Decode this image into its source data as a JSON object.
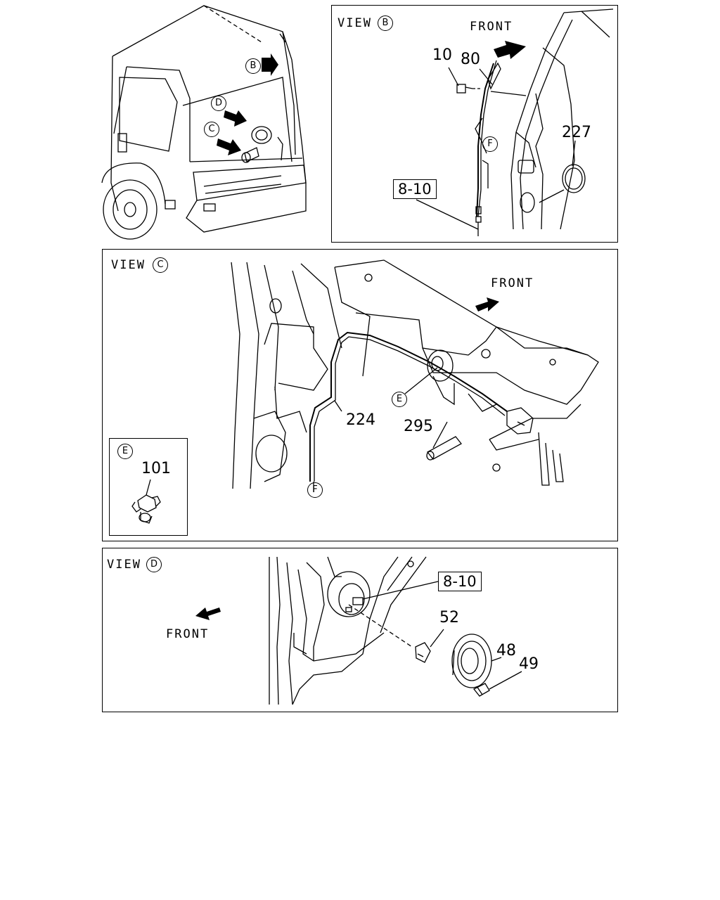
{
  "truck": {
    "view_b_callout": "B",
    "view_c_callout": "C",
    "view_d_callout": "D"
  },
  "view_b": {
    "title": "VIEW",
    "letter": "B",
    "front": "FRONT",
    "parts": {
      "p10": "10",
      "p80": "80",
      "p227": "227",
      "f_marker": "F",
      "ref": "8-10"
    }
  },
  "view_c": {
    "title": "VIEW",
    "letter": "C",
    "front": "FRONT",
    "parts": {
      "p224": "224",
      "p295": "295",
      "e_marker": "E",
      "f_marker": "F"
    },
    "inset": {
      "letter": "E",
      "part": "101"
    }
  },
  "view_d": {
    "title": "VIEW",
    "letter": "D",
    "front": "FRONT",
    "parts": {
      "ref": "8-10",
      "p52": "52",
      "p48": "48",
      "p49": "49"
    }
  }
}
